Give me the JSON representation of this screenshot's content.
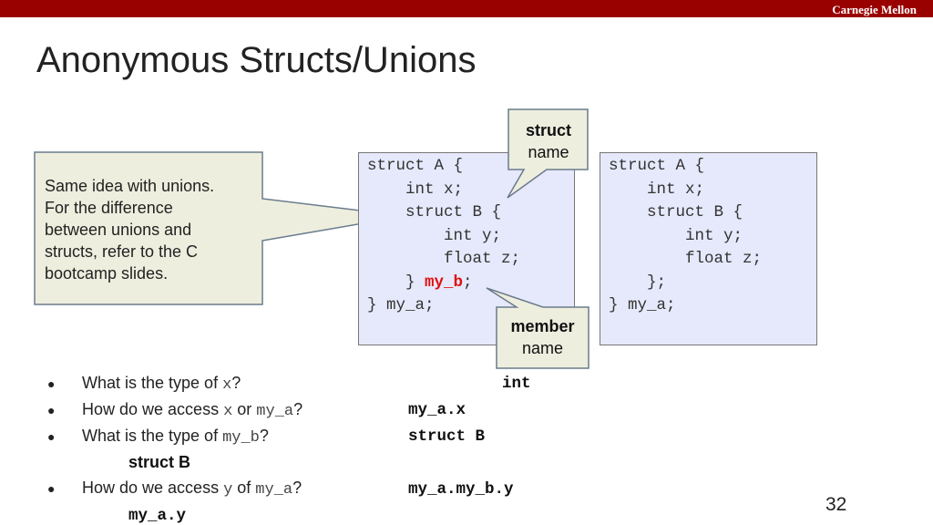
{
  "header": {
    "brand": "Carnegie Mellon"
  },
  "slide": {
    "title": "Anonymous Structs/Unions",
    "page_number": "32"
  },
  "callout": {
    "lines": [
      "Same idea with unions.",
      "For the difference",
      "between unions and",
      "structs, refer to the C",
      "bootcamp slides."
    ]
  },
  "bubbles": {
    "struct_name": {
      "bold": "struct",
      "normal": "name"
    },
    "member_name": {
      "bold": "member",
      "normal": "name"
    }
  },
  "code_left": {
    "lines": [
      "struct A {",
      "    int x;",
      "    struct B {",
      "        int y;",
      "        float z;"
    ],
    "closing_prefix": "    } ",
    "member": "my_b",
    "closing_suffix": ";",
    "last": "} my_a;"
  },
  "code_right": {
    "lines": [
      "struct A {",
      "    int x;",
      "    struct B {",
      "        int y;",
      "        float z;",
      "    };",
      "} my_a;"
    ]
  },
  "questions": [
    {
      "bullet": "●",
      "parts": [
        "What is the type of ",
        "x",
        "?"
      ],
      "answer": "int"
    },
    {
      "bullet": "●",
      "parts": [
        "How do we access ",
        "x",
        " or ",
        "my_a",
        "?"
      ],
      "answer": "my_a.x"
    },
    {
      "bullet": "●",
      "parts": [
        "What is the type of ",
        "my_b",
        "?"
      ],
      "answer": "struct B",
      "sub_answer": "struct B"
    },
    {
      "bullet": "●",
      "parts": [
        "How do we access ",
        "y",
        " of ",
        "my_a",
        "?"
      ],
      "answer": "my_a.my_b.y",
      "sub_answer": "my_a.y"
    }
  ]
}
